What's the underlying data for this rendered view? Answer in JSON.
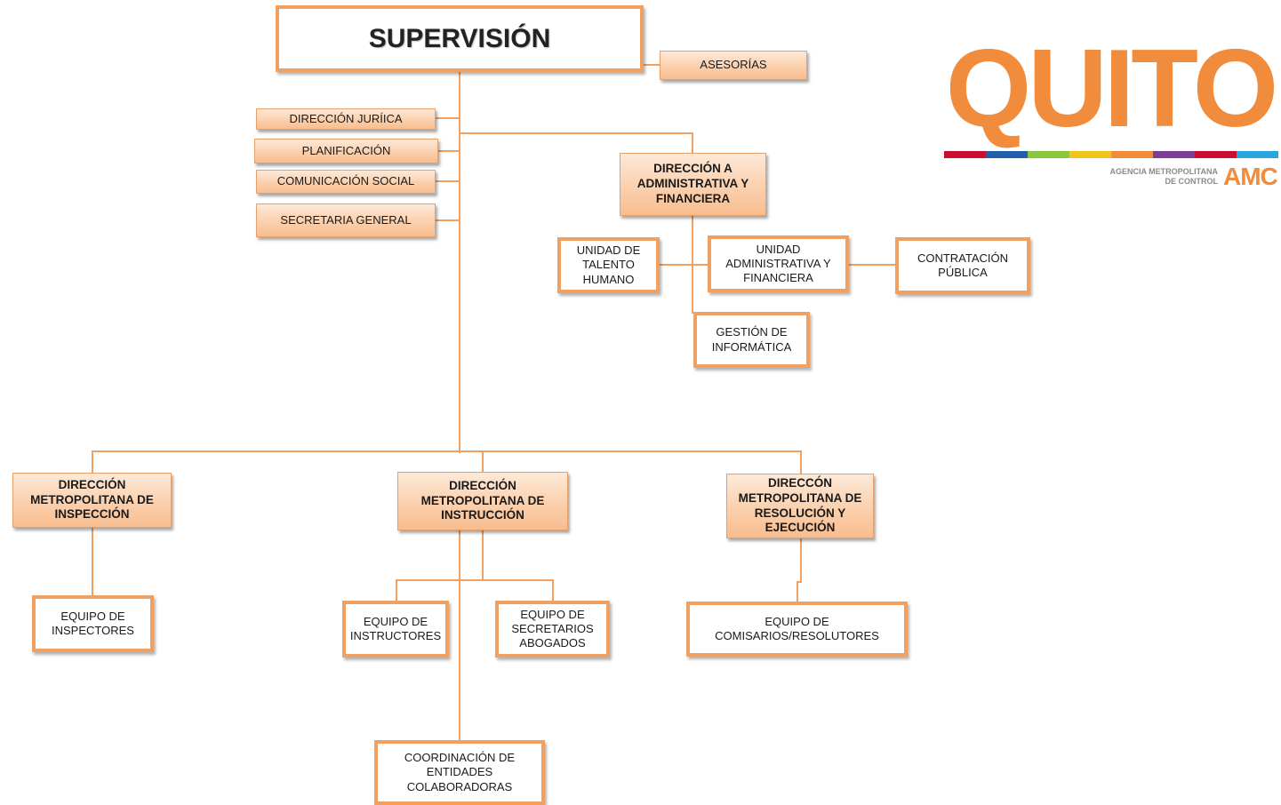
{
  "diagram": {
    "top": "SUPERVISIÓN",
    "advisory": "ASESORÍAS",
    "staff_units": [
      "DIRECCIÓN JURÍICA",
      "PLANIFICACIÓN",
      "COMUNICACIÓN SOCIAL",
      "SECRETARIA GENERAL"
    ],
    "admin_direction": "DIRECCIÓN A\nADMINISTRATIVA Y\nFINANCIERA",
    "admin_units": {
      "talent": "UNIDAD DE\nTALENTO\nHUMANO",
      "admin": "UNIDAD\nADMINISTRATIVA Y\nFINANCIERA",
      "contracting": "CONTRATACIÓN\nPÚBLICA",
      "it": "GESTIÓN DE\nINFORMÁTICA"
    },
    "operative_directions": {
      "inspection": "DIRECCIÓN\nMETROPOLITANA DE\nINSPECCIÓN",
      "instruction": "DIRECCIÓN\nMETROPOLITANA DE\nINSTRUCCIÓN",
      "resolution": "DIRECCÓN\nMETROPOLITANA DE\nRESOLUCIÓN Y\nEJECUCIÓN"
    },
    "teams": {
      "inspectors": "EQUIPO DE\nINSPECTORES",
      "instructors": "EQUIPO DE\nINSTRUCTORES",
      "secretaries": "EQUIPO DE\nSECRETARIOS\nABOGADOS",
      "commissioners": "EQUIPO DE\nCOMISARIOS/RESOLUTORES",
      "coordination": "COORDINACIÓN DE\nENTIDADES\nCOLABORADORAS"
    }
  },
  "logo": {
    "word": "QUITO",
    "agency": "AGENCIA METROPOLITANA\nDE CONTROL",
    "acronym": "AMC",
    "stripe_colors": [
      "#c8102e",
      "#1f5fae",
      "#8cc63f",
      "#f0c419",
      "#f08c3c",
      "#7b3f98",
      "#c8102e",
      "#29a6de"
    ]
  },
  "colors": {
    "accent": "#f0a060",
    "line": "#f0a060",
    "box_fill": "#fbd0ad"
  }
}
